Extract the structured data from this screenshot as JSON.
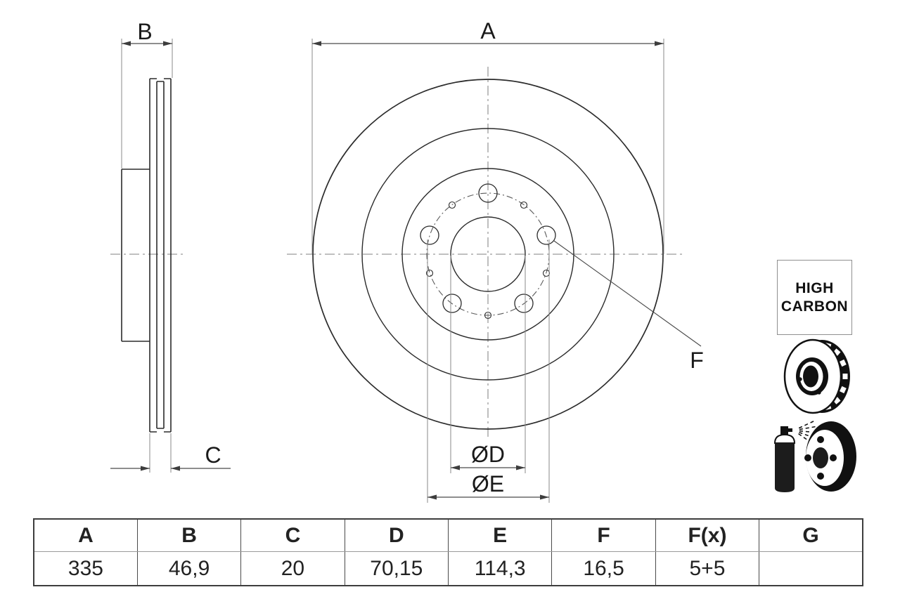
{
  "labels": {
    "a": "A",
    "b": "B",
    "c": "C",
    "d": "ØD",
    "e": "ØE",
    "f": "F"
  },
  "badge": {
    "line1": "HIGH",
    "line2": "CARBON"
  },
  "table": {
    "headers": [
      "A",
      "B",
      "C",
      "D",
      "E",
      "F",
      "F(x)",
      "G"
    ],
    "values": [
      "335",
      "46,9",
      "20",
      "70,15",
      "114,3",
      "16,5",
      "5+5",
      ""
    ]
  },
  "icons": {
    "badge": "high-carbon-label",
    "disc": "vented-brake-disc-icon",
    "spray": "spray-coated-disc-icon"
  },
  "colors": {
    "outline": "#2b2b2b",
    "dimension": "#4a4a4a",
    "extension": "#8a8a8a",
    "centerline": "#9b9b9b",
    "icon": "#111111",
    "background": "#ffffff"
  }
}
